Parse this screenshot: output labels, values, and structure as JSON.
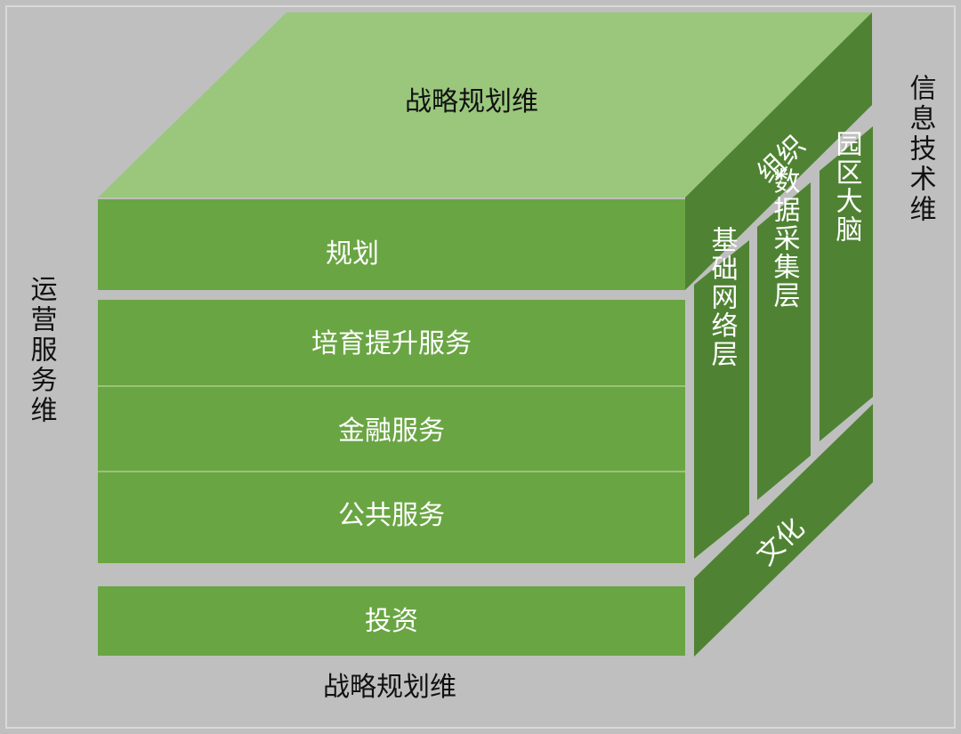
{
  "top_face_label": "战略规划维",
  "bottom_axis_label": "战略规划维",
  "left_axis_label": "运营服务维",
  "right_axis_label": "信息技术维",
  "front_rows": {
    "planning": "规划",
    "cultivation": "培育提升服务",
    "finance": "金融服务",
    "public": "公共服务",
    "investment": "投资"
  },
  "side": {
    "organization": "组织",
    "culture": "文化",
    "columns": {
      "infrastructure": "基础网络层",
      "data_collection": "数据采集层",
      "park_brain": "园区大脑"
    }
  },
  "colors": {
    "background": "#bfbfbf",
    "top_face": "#9bc77d",
    "front_face": "#6aa543",
    "side_face": "#4f8333"
  }
}
